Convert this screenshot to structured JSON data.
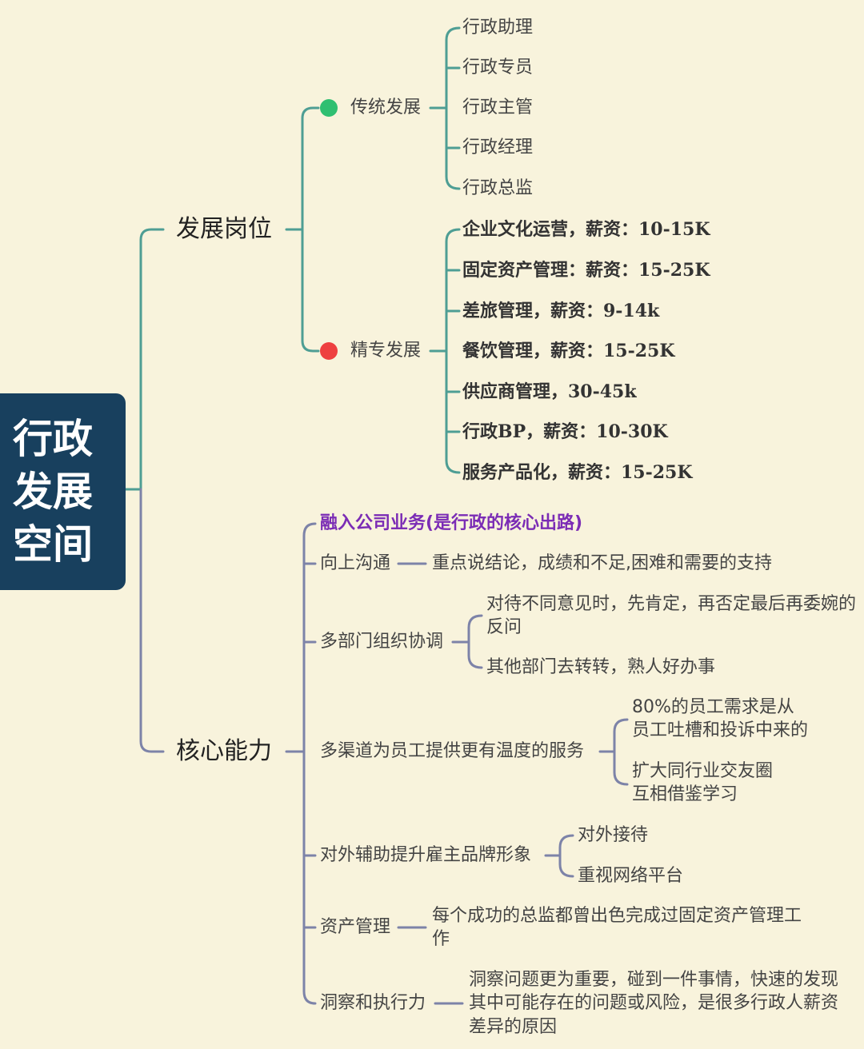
{
  "root": {
    "line1": "行政",
    "line2": "发展",
    "line3": "空间"
  },
  "colors": {
    "background": "#f8f3dc",
    "root_box": "#18405e",
    "branch_teal": "#4e9e94",
    "branch_slate": "#7d83a8",
    "dot_green": "#2fbf71",
    "dot_red": "#ee4040",
    "highlight_purple": "#7b2cb5"
  },
  "positions_branch": {
    "label": "发展岗位",
    "traditional": {
      "label": "传统发展",
      "items": [
        "行政助理",
        "行政专员",
        "行政主管",
        "行政经理",
        "行政总监"
      ]
    },
    "specialized": {
      "label": "精专发展",
      "items": [
        "企业文化运营，薪资：10-15K",
        "固定资产管理：薪资：15-25K",
        "差旅管理，薪资：9-14k",
        "餐饮管理，薪资：15-25K",
        "供应商管理，30-45k",
        "行政BP，薪资：10-30K",
        "服务产品化，薪资：15-25K"
      ]
    }
  },
  "abilities_branch": {
    "label": "核心能力",
    "highlight": "融入公司业务(是行政的核心出路)",
    "upward": {
      "label": "向上沟通",
      "detail": "重点说结论，成绩和不足,困难和需要的支持"
    },
    "multi_dept": {
      "label": "多部门组织协调",
      "item1_line1": "对待不同意见时，先肯定，再否定最后再委婉的",
      "item1_line2": "反问",
      "item2": "其他部门去转转，熟人好办事"
    },
    "service": {
      "label": "多渠道为员工提供更有温度的服务",
      "item1_line1": "80%的员工需求是从",
      "item1_line2": "员工吐槽和投诉中来的",
      "item2_line1": "扩大同行业交友圈",
      "item2_line2": "互相借鉴学习"
    },
    "brand": {
      "label": "对外辅助提升雇主品牌形象",
      "item1": "对外接待",
      "item2": "重视网络平台"
    },
    "asset": {
      "label": "资产管理",
      "line1": "每个成功的总监都曾出色完成过固定资产管理工",
      "line2": "作"
    },
    "insight": {
      "label": "洞察和执行力",
      "line1": "洞察问题更为重要，碰到一件事情，快速的发现",
      "line2": "其中可能存在的问题或风险，是很多行政人薪资",
      "line3": "差异的原因"
    }
  }
}
